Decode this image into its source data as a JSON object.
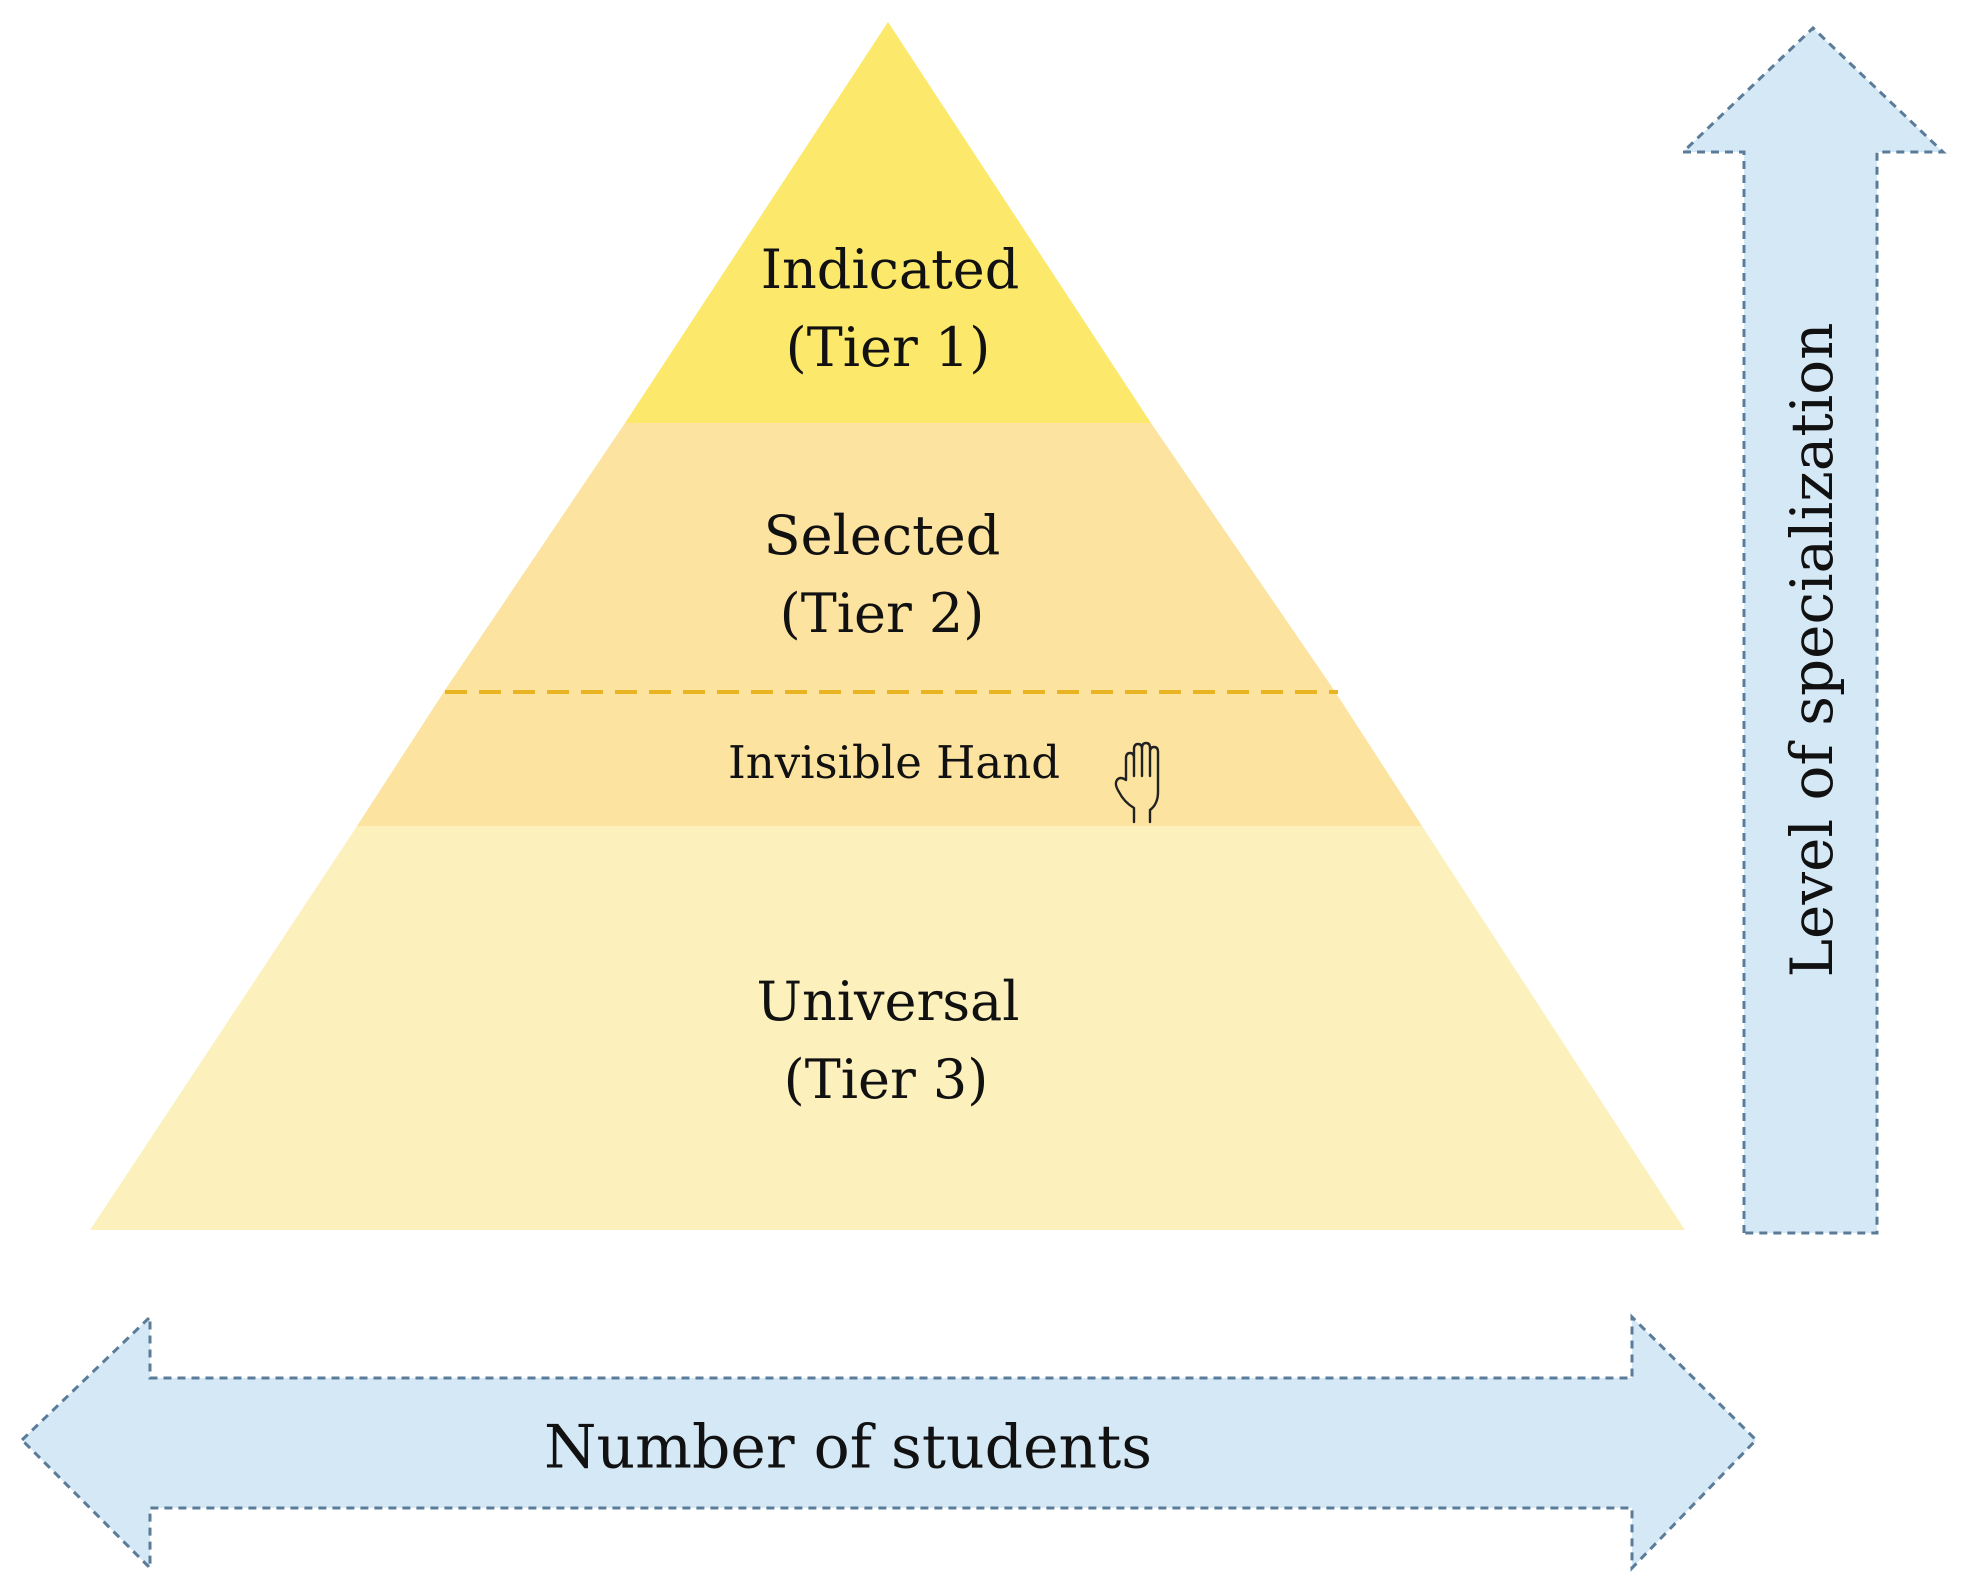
{
  "tiers": {
    "indicated": {
      "name": "Indicated",
      "tier": "(Tier 1)",
      "color": "#FCE96C"
    },
    "selected": {
      "name": "Selected",
      "tier": "(Tier 2)",
      "color": "#FCE3A0"
    },
    "invisible_hand": {
      "label": "Invisible Hand",
      "icon": "raised-hand-icon",
      "color": "#FCE3A0",
      "divider_color": "#E8B422"
    },
    "universal": {
      "name": "Universal",
      "tier": "(Tier 3)",
      "color": "#FCF1BC"
    }
  },
  "axes": {
    "vertical": {
      "label": "Level of specialization",
      "color": "#D5E8F6",
      "border_color": "#5B7C99"
    },
    "horizontal": {
      "label": "Number of students",
      "color": "#D5E8F6",
      "border_color": "#5B7C99"
    }
  }
}
